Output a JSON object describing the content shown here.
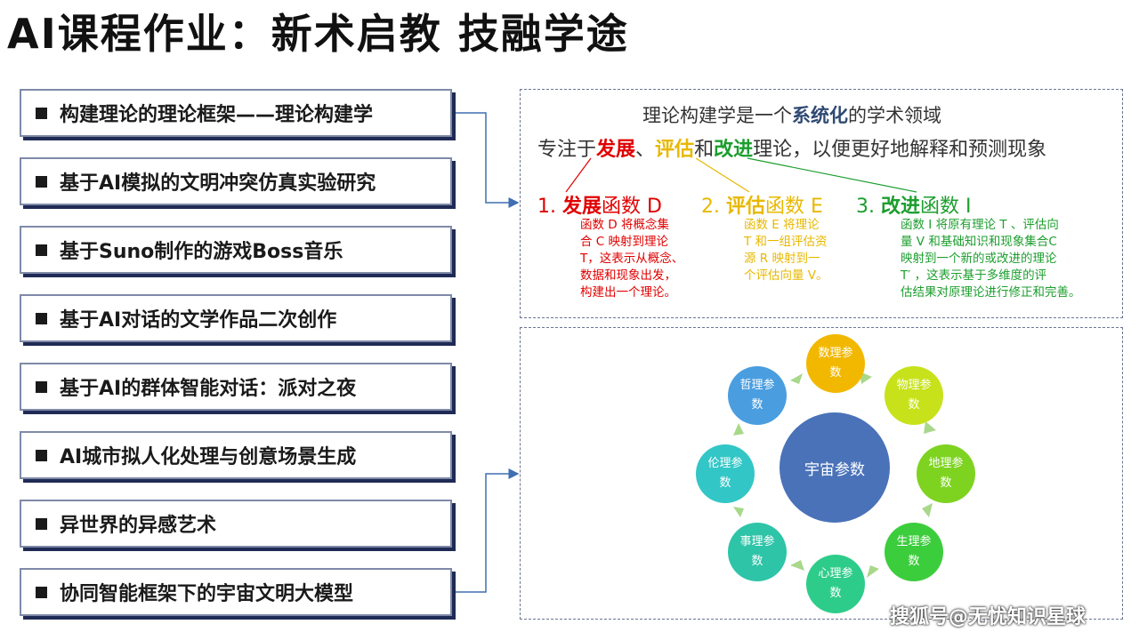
{
  "title": "AI课程作业：新术启教 技融学途",
  "topics": [
    "构建理论的理论框架——理论构建学",
    "基于AI模拟的文明冲突仿真实验研究",
    "基于Suno制作的游戏Boss音乐",
    "基于AI对话的文学作品二次创作",
    "基于AI的群体智能对话：派对之夜",
    "AI城市拟人化处理与创意场景生成",
    "异世界的异感艺术",
    "协同智能框架下的宇宙文明大模型"
  ],
  "theory": {
    "line1_pre": "理论构建学是一个",
    "line1_strong": "系统化",
    "line1_post": "的学术领域",
    "line2_pre": "专注于",
    "kw1": "发展",
    "sep1": "、",
    "kw2": "评估",
    "sep2": "和",
    "kw3": "改进",
    "line2_post": "理论，以便更好地解释和预测现象",
    "functions": [
      {
        "num": "1.",
        "kw": "发展",
        "rest": "函数 D",
        "desc": [
          "函数 D 将概念集",
          "合 C 映射到理论",
          "T，这表示从概念、",
          "数据和现象出发，",
          "构建出一个理论。"
        ]
      },
      {
        "num": "2.",
        "kw": "评估",
        "rest": "函数 E",
        "desc": [
          "函数  E 将理论",
          "T 和一组评估资",
          "源 R 映射到一",
          "个评估向量 V。"
        ]
      },
      {
        "num": "3.",
        "kw": "改进",
        "rest": "函数 I",
        "desc": [
          "函数  I 将原有理论  T 、评估向",
          "量  V 和基础知识和现象集合C",
          "映射到一个新的或改进的理论",
          "T′    ，这表示基于多维度的评",
          "估结果对原理论进行修正和完善。"
        ]
      }
    ]
  },
  "cycle": {
    "center": "宇宙参数",
    "nodes": [
      {
        "l1": "数理参",
        "l2": "数",
        "color": "#f2b800"
      },
      {
        "l1": "物理参",
        "l2": "数",
        "color": "#c7e21a"
      },
      {
        "l1": "地理参",
        "l2": "数",
        "color": "#7ed321"
      },
      {
        "l1": "生理参",
        "l2": "数",
        "color": "#3ccd3c"
      },
      {
        "l1": "心理参",
        "l2": "数",
        "color": "#2ecc8a"
      },
      {
        "l1": "事理参",
        "l2": "数",
        "color": "#2ec4a8"
      },
      {
        "l1": "伦理参",
        "l2": "数",
        "color": "#33c6c6"
      },
      {
        "l1": "哲理参",
        "l2": "数",
        "color": "#4a9ee0"
      }
    ]
  },
  "watermark": "搜狐号@无忧知识星球",
  "colors": {
    "red": "#e00000",
    "yellow": "#e8b800",
    "green": "#1c9e2e",
    "connector": "#3f6fb0"
  }
}
